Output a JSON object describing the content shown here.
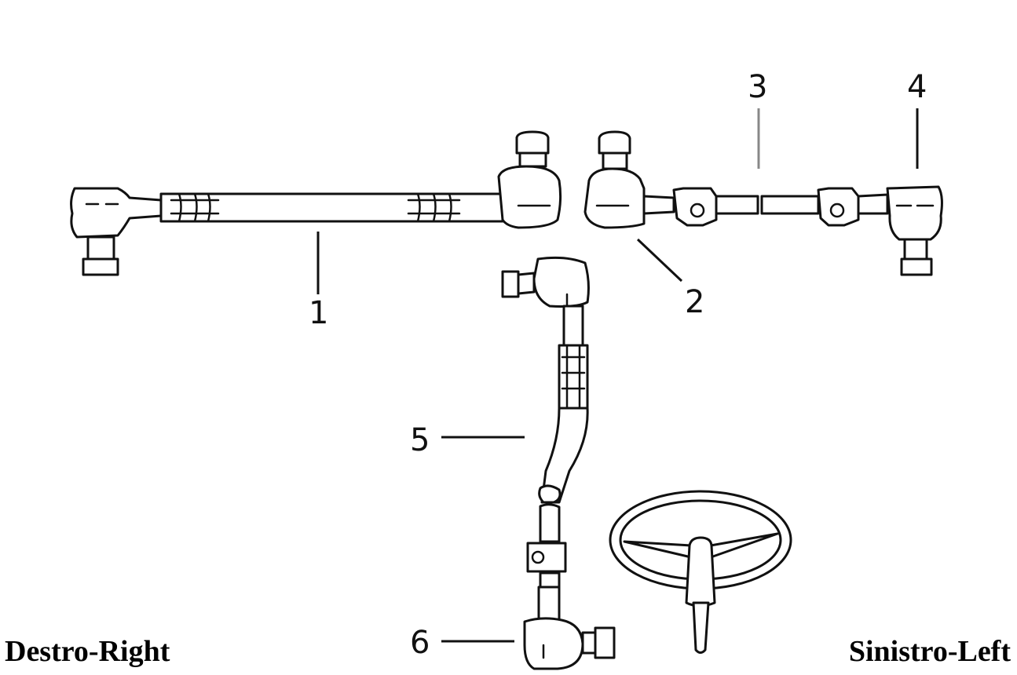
{
  "labels": {
    "part1": "1",
    "part2": "2",
    "part3": "3",
    "part4": "4",
    "part5": "5",
    "part6": "6"
  },
  "captions": {
    "left": "Destro-Right",
    "right": "Sinistro-Left"
  },
  "colors": {
    "line": "#111111",
    "accent_leader": "#888888"
  }
}
